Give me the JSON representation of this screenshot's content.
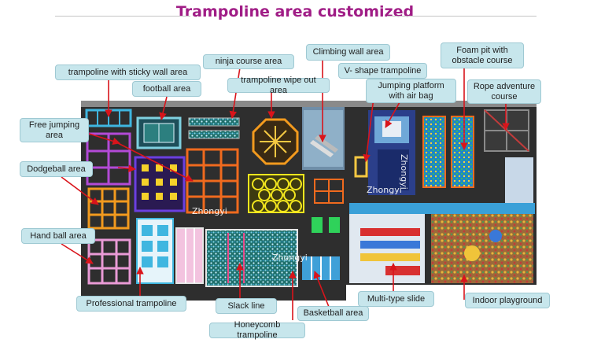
{
  "title": "Trampoline area customized",
  "labels": {
    "sticky_wall": "trampoline with sticky wall area",
    "ninja": "ninja course area",
    "climbing": "Climbing wall area",
    "foam_pit": "Foam pit with\nobstacle course",
    "football": "football area",
    "wipe_out": "trampoline wipe out area",
    "v_shape": "V- shape trampoline",
    "jumping_platform": "Jumping platform\nwith air bag",
    "rope": "Rope adventure\ncourse",
    "free_jumping": "Free jumping\narea",
    "dodgeball": "Dodgeball area",
    "hand_ball": "Hand ball area",
    "professional": "Professional trampoline",
    "slack_line": "Slack line",
    "basketball": "Basketball area",
    "multi_slide": "Multi-type slide",
    "indoor_playground": "Indoor playground",
    "honeycomb": "Honeycomb trampoline"
  },
  "watermarks": {
    "w1": "Zhongyi",
    "w2": "Zhongyi",
    "w3": "Zhongyi",
    "w4": "Zhongyi"
  },
  "colors": {
    "title": "#a01d86",
    "label_bg": "#c7e6ec",
    "arrow": "#d9141b",
    "floor": "#2e2e2e"
  }
}
